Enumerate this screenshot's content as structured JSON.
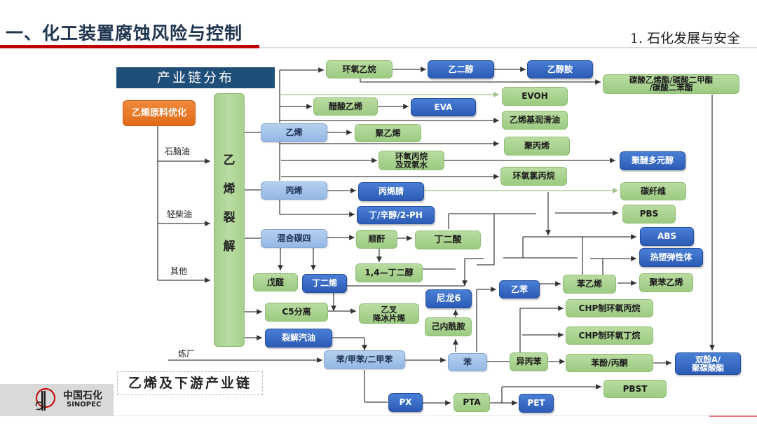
{
  "header": {
    "title": "一、化工装置腐蚀风险与控制",
    "section": "1.  石化发展与安全"
  },
  "diagram": {
    "heading": "产业链分布",
    "caption": "乙烯及下游产业链",
    "source_node": "乙烯原料优化",
    "cracker": [
      "乙",
      "烯",
      "裂",
      "解"
    ],
    "feed_labels": [
      "石脑油",
      "轻柴油",
      "其他"
    ],
    "refinery_label": "炼厂",
    "nodes": {
      "ethylene": "乙烯",
      "propylene": "丙烯",
      "mixed_c4": "混合碳四",
      "c5_sep": "C5分离",
      "pyrolysis_gasoline": "裂解汽油",
      "btx": "苯/甲苯/二甲苯",
      "ethylene_oxide": "环氧乙烷",
      "ethylene_glycol": "乙二醇",
      "ethanolamine": "乙醇胺",
      "carbonates": "碳酸乙烯酯/碳酸二甲酯\n/碳酸二苯酯",
      "evoh": "EVOH",
      "vinyl_acetate": "醋酸乙烯",
      "eva": "EVA",
      "lube_oil": "乙烯基润滑油",
      "polyethylene": "聚乙烯",
      "polypropylene": "聚丙烯",
      "po_h2o2": "环氧丙烷\n及双氧水",
      "polyether_polyol": "聚醚多元醇",
      "epichlorohydrin": "环氧氯丙烷",
      "acrylonitrile": "丙烯腈",
      "carbon_fiber": "碳纤维",
      "butanol_octanol": "丁/辛醇/2-PH",
      "pbs": "PBS",
      "maleic_anhydride": "顺酐",
      "succinic_acid": "丁二酸",
      "abs": "ABS",
      "bdo": "1,4—丁二醇",
      "tpe": "热塑弹性体",
      "pentanal": "戊醛",
      "butadiene": "丁二烯",
      "ethylbenzene": "乙苯",
      "styrene": "苯乙烯",
      "polystyrene": "聚苯乙烯",
      "nylon6": "尼龙6",
      "ethylidene_norbornene": "乙叉\n降冰片烯",
      "chp_po": "CHP制环氧丙烷",
      "caprolactam": "己内酰胺",
      "chp_bo": "CHP制环氧丁烷",
      "benzene": "苯",
      "cumene": "异丙苯",
      "phenol_acetone": "苯酚/丙酮",
      "bpa_pc": "双酚A/\n聚碳酸酯",
      "px": "PX",
      "pta": "PTA",
      "pet": "PET",
      "pbst": "PBST"
    }
  },
  "logo": {
    "cn": "中国石化",
    "en": "SINOPEC"
  }
}
